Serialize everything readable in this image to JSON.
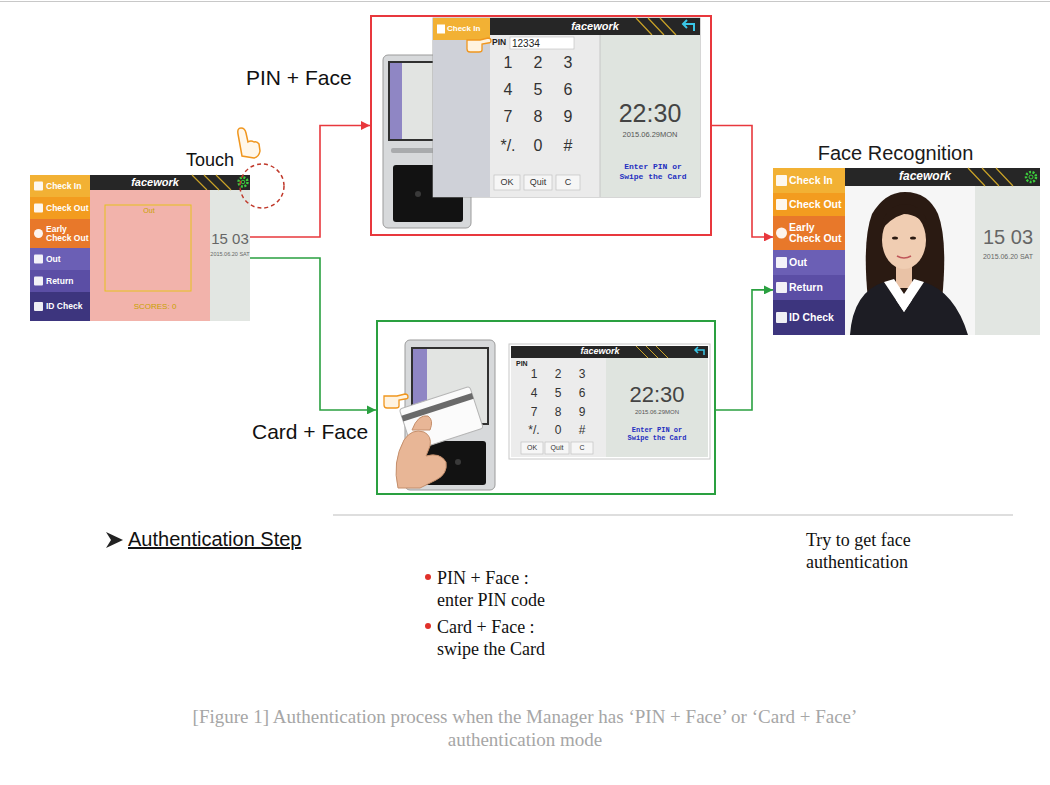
{
  "diagram": {
    "caption": "[Figure 1] Authentication process when the Manager has ‘PIN + Face’ or ‘Card + Face’ authentication mode",
    "nodes": [
      {
        "text": [
          "facework",
          "Check In",
          "Check Out",
          "Early Check Out",
          "Out",
          "Return",
          "ID Check",
          "Out",
          "SCORES: 0",
          "15 03",
          "2015.06.20 SAT"
        ]
      },
      {
        "text": [
          "Check In",
          "facework",
          "PIN",
          "12334",
          "1",
          "2",
          "3",
          "4",
          "5",
          "6",
          "7",
          "8",
          "9",
          "*/.",
          "0",
          "#",
          "OK",
          "Quit",
          "C",
          "22:30",
          "2015.06.29MON",
          "Enter PIN or Swipe the Card"
        ]
      },
      {
        "text": [
          "facework",
          "PIN",
          "1",
          "2",
          "3",
          "4",
          "5",
          "6",
          "7",
          "8",
          "9",
          "*/.",
          "0",
          "#",
          "OK",
          "Quit",
          "C",
          "22:30",
          "2015.06.29MON",
          "Enter PIN or Swipe the Card"
        ]
      },
      {
        "text": [
          "Face Recognition",
          "facework",
          "Check In",
          "Check Out",
          "Early Check Out",
          "Out",
          "Return",
          "ID Check",
          "15 03",
          "2015.06.20 SAT"
        ]
      }
    ],
    "edges": [
      {
        "from": 0,
        "to": 1,
        "arrow": "to",
        "label": "PIN + Face"
      },
      {
        "from": 0,
        "to": 2,
        "arrow": "to",
        "label": "Card + Face"
      },
      {
        "from": 1,
        "to": 3,
        "arrow": "to"
      },
      {
        "from": 2,
        "to": 3,
        "arrow": "to"
      }
    ],
    "labels": [
      "Touch",
      "Authentication Step",
      "PIN + Face : enter PIN code",
      "Card + Face : swipe the Card",
      "Try to get face authentication"
    ]
  }
}
